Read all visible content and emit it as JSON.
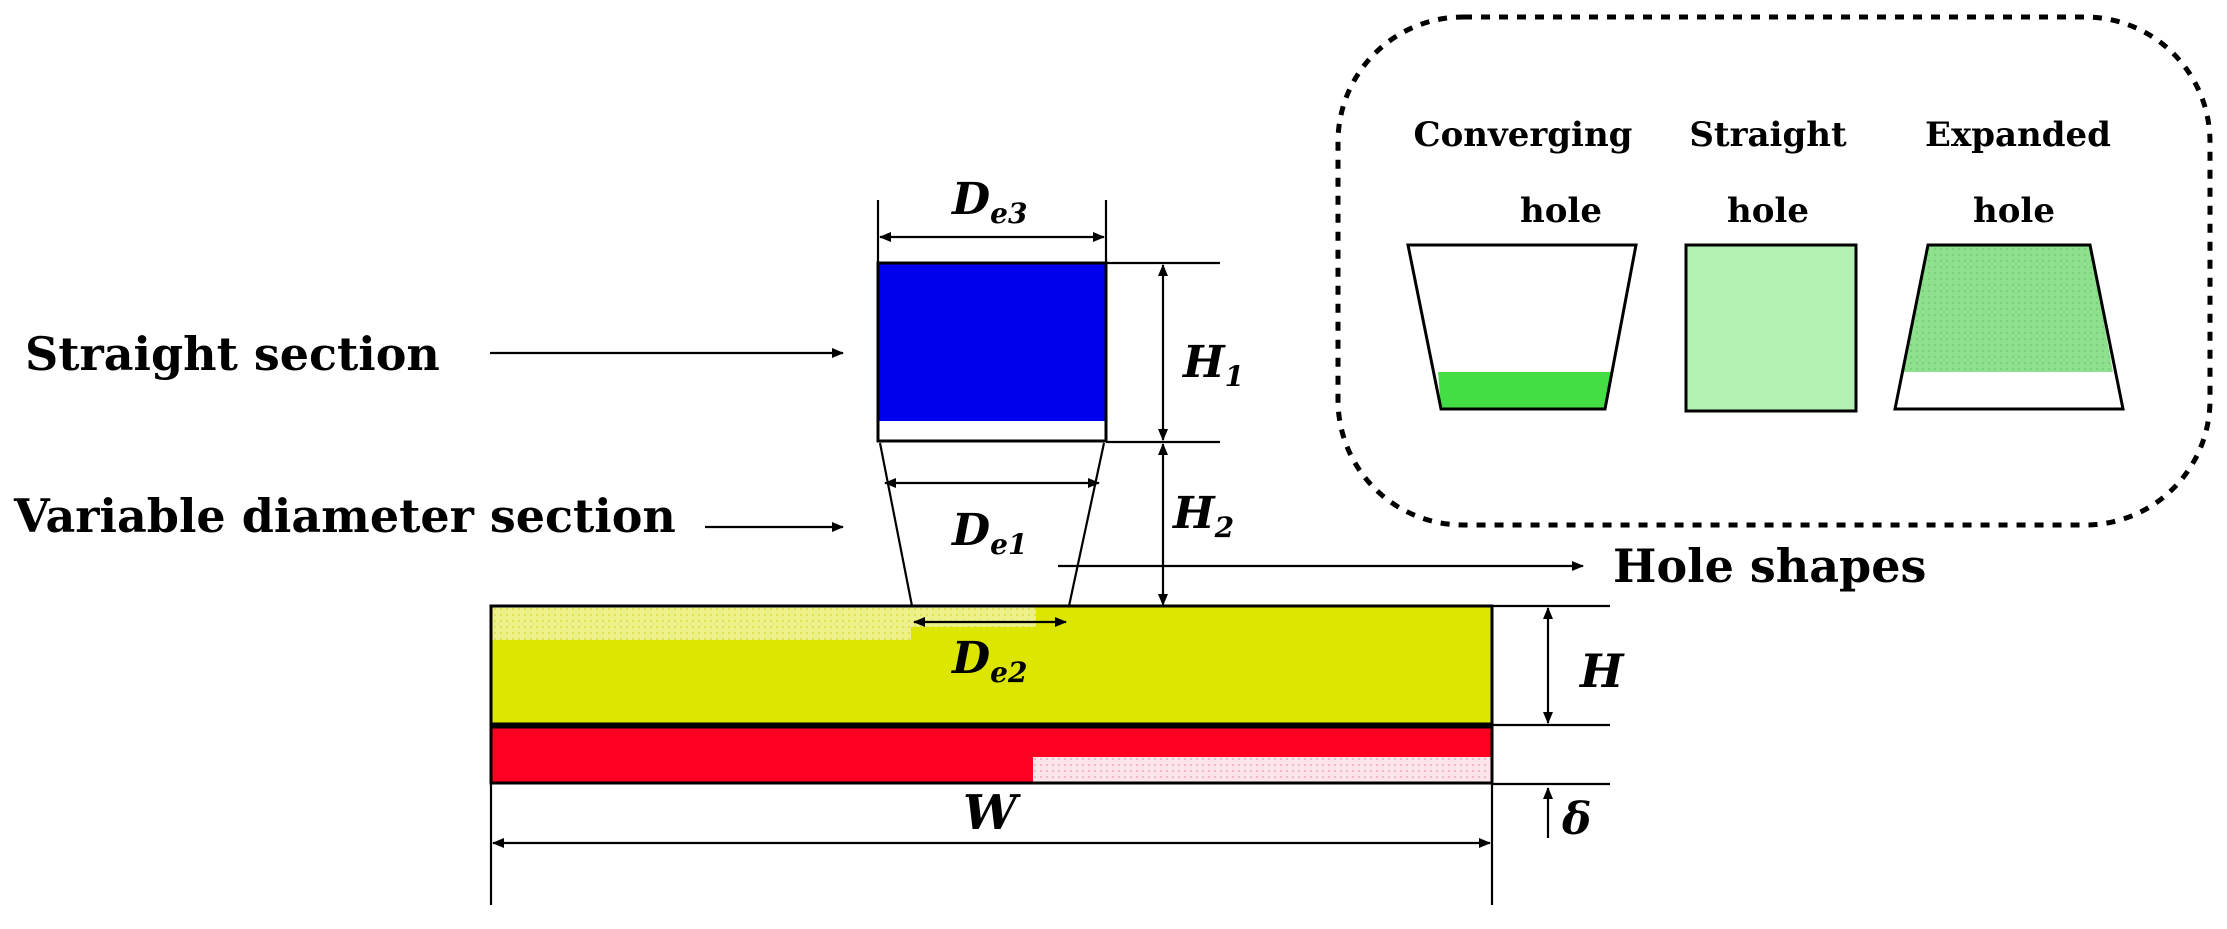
{
  "labels": {
    "straight_section": "Straight section",
    "variable_section": "Variable diameter section",
    "hole_shapes": "Hole shapes"
  },
  "dimensions": {
    "De3": {
      "main": "D",
      "sub": "e3"
    },
    "De1": {
      "main": "D",
      "sub": "e1"
    },
    "De2": {
      "main": "D",
      "sub": "e2"
    },
    "H1": {
      "main": "H",
      "sub": "1"
    },
    "H2": {
      "main": "H",
      "sub": "2"
    },
    "H": "H",
    "W": "W",
    "delta": "δ"
  },
  "hole_types": [
    {
      "line1": "Converging",
      "line2": "hole"
    },
    {
      "line1": "Straight",
      "line2": "hole"
    },
    {
      "line1": "Expanded",
      "line2": "hole"
    }
  ],
  "colors": {
    "straight_section_fill": "#0000ee",
    "plate_fill": "#dde600",
    "substrate_fill": "#ff0022",
    "converging_fill": "#44dd44",
    "straight_hole_fill": "#b3f0b3",
    "expanded_fill": "#8ee08e"
  }
}
